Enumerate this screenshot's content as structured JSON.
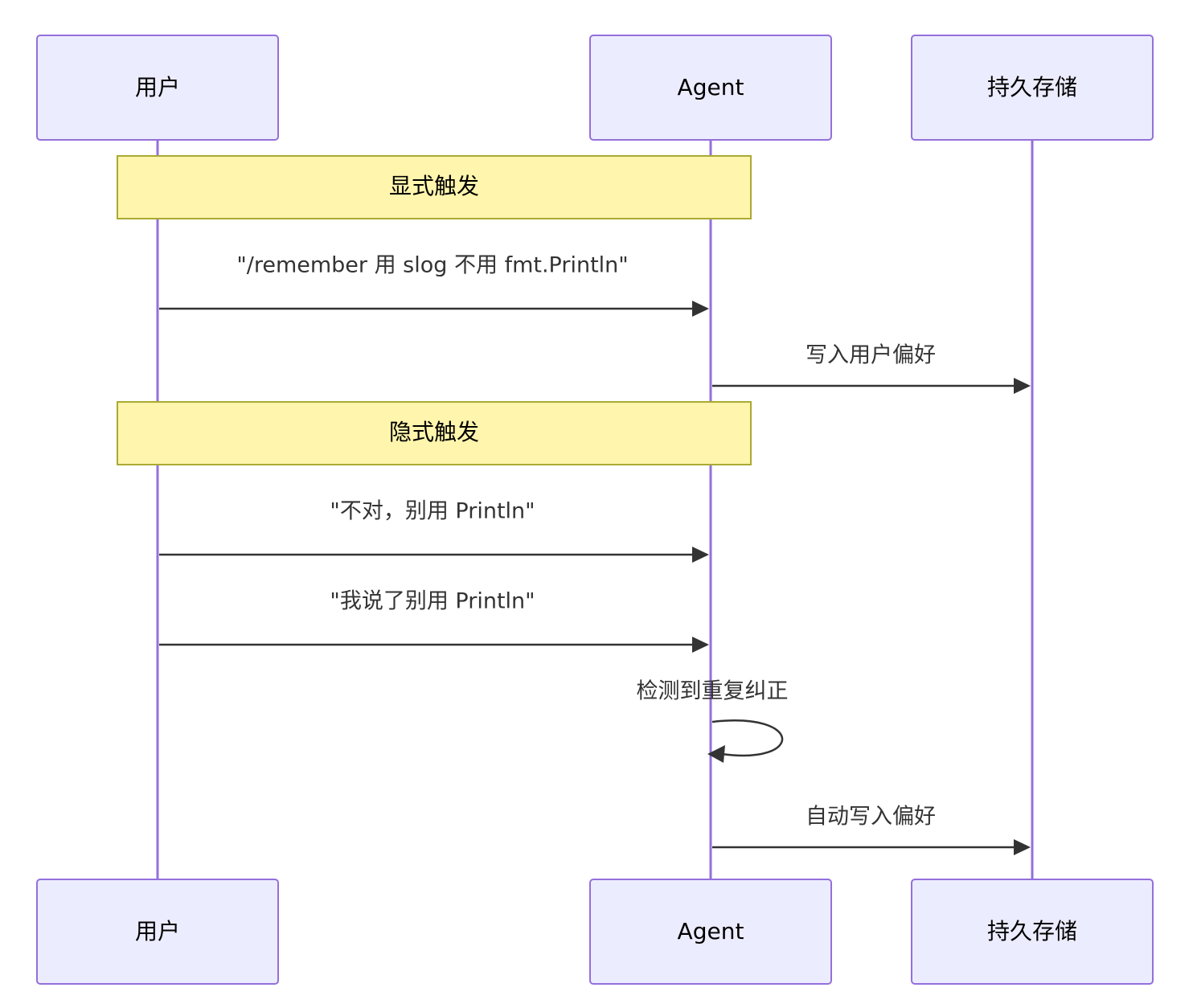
{
  "participants": {
    "user": "用户",
    "agent": "Agent",
    "storage": "持久存储"
  },
  "notes": {
    "explicit": "显式触发",
    "implicit": "隐式触发"
  },
  "messages": {
    "m1": "\"/remember 用 slog 不用 fmt.Println\"",
    "m2": "写入用户偏好",
    "m3": "\"不对，别用 Println\"",
    "m4": "\"我说了别用 Println\"",
    "m5": "检测到重复纠正",
    "m6": "自动写入偏好"
  },
  "colors": {
    "actor_fill": "#ECECFF",
    "actor_stroke": "#9370DB",
    "note_fill": "#FFF5AD",
    "note_stroke": "#AAAA33",
    "arrow": "#333333"
  }
}
